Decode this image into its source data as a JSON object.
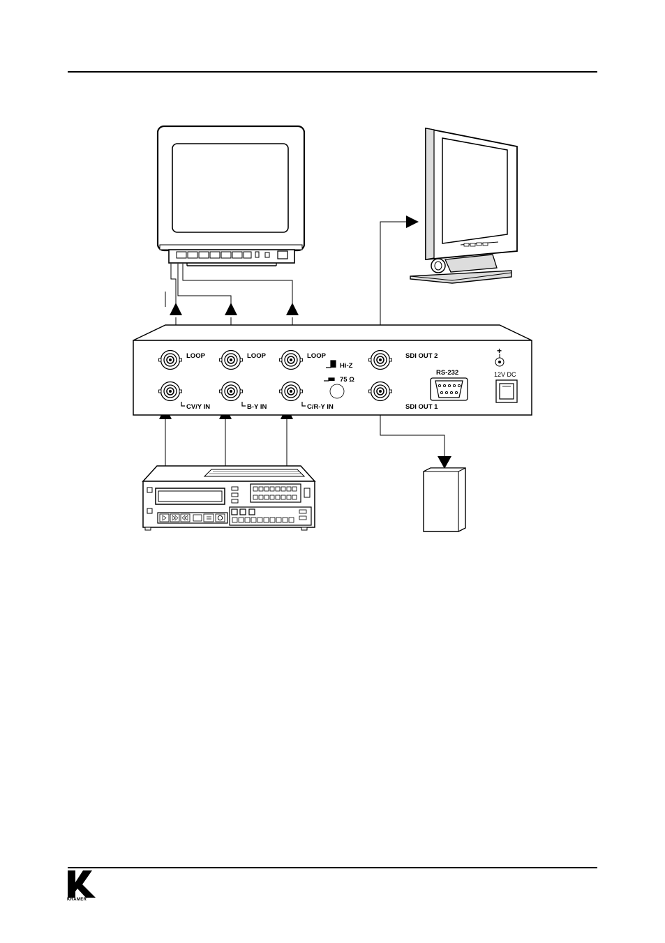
{
  "panel": {
    "loop_1": "LOOP",
    "loop_2": "LOOP",
    "loop_3": "LOOP",
    "sdi_out_2": "SDI OUT 2",
    "sdi_out_1": "SDI OUT 1",
    "cv_y_in": "CV/Y IN",
    "b_y_in": "B-Y IN",
    "c_r_y_in": "C/R-Y IN",
    "hi_z": "Hi-Z",
    "ohm_75": "75 Ω",
    "rs232": "RS-232",
    "dc_12v": "12V DC",
    "plus": "+"
  },
  "footer": {
    "brand": "KRAMER"
  }
}
